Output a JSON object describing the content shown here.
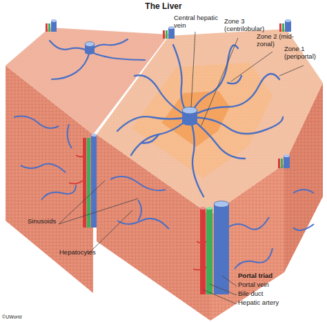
{
  "diagram": {
    "title": "The Liver",
    "labels": [
      "Central hepatic vein",
      "Zone 3 (centrilobular)",
      "Zone 2 (mid-zonal)",
      "Zone 1 (periportal)",
      "Sinusoids",
      "Hepatocytes",
      "Portal triad",
      "Portal vein",
      "Bile duct",
      "Hepatic artery",
      "©UWorld"
    ]
  }
}
